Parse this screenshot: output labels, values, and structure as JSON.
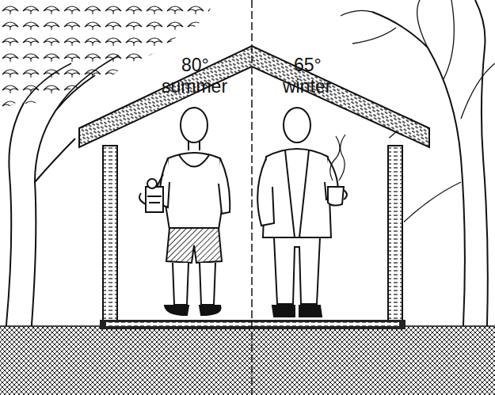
{
  "diagram": {
    "labels": [
      "80°",
      "summer",
      "65°",
      "winter"
    ]
  }
}
